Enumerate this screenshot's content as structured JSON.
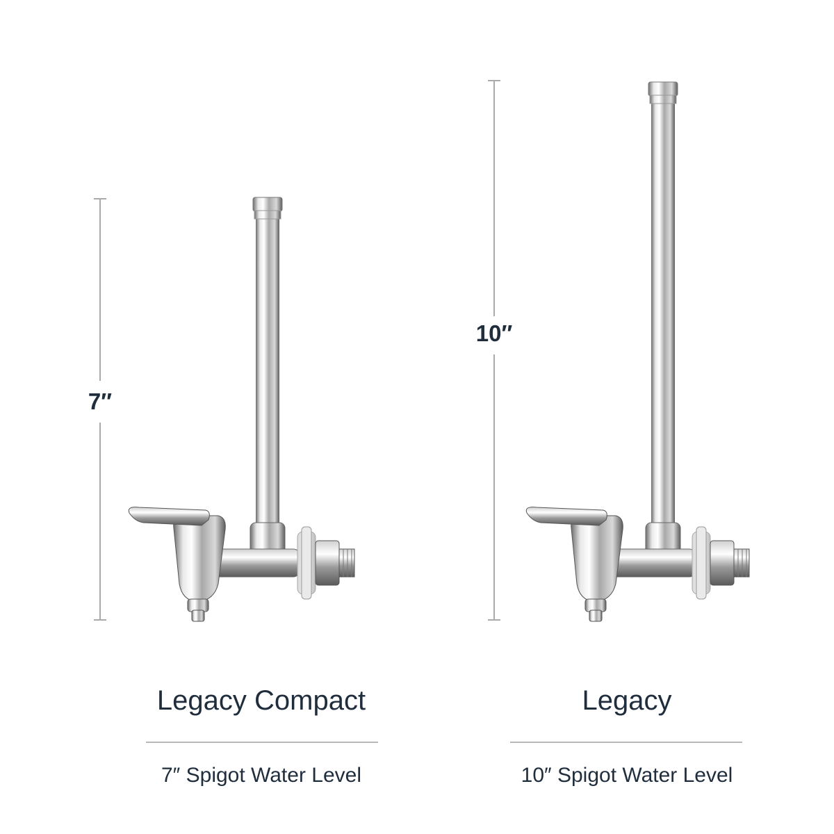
{
  "products": [
    {
      "name": "Legacy Compact",
      "subtitle": "7″ Spigot Water Level",
      "height_label": "7″"
    },
    {
      "name": "Legacy",
      "subtitle": "10″ Spigot Water Level",
      "height_label": "10″"
    }
  ],
  "colors": {
    "text": "#1f2d3d",
    "rule": "#b9b9b9",
    "metal": "#c8c8c8"
  }
}
